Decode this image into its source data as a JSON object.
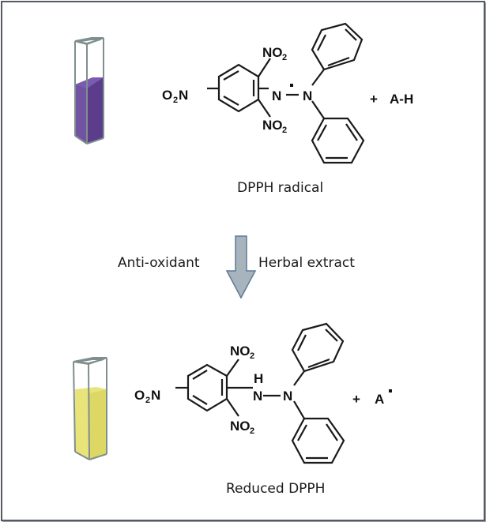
{
  "top": {
    "cuvette_color": "#6a4a9c",
    "label": "DPPH radical",
    "plus": "+",
    "reactant": "A-H",
    "atoms": {
      "nitro_top": "NO",
      "nitro_bottom": "NO",
      "nitro_left_o": "O",
      "nitro_left_n": "N",
      "sub2": "2",
      "n1": "N",
      "n2": "N"
    }
  },
  "arrow": {
    "left_label": "Anti-oxidant",
    "right_label": "Herbal extract",
    "color": "#a8b4bd"
  },
  "bottom": {
    "cuvette_color": "#e8e47a",
    "label": "Reduced DPPH",
    "plus": "+",
    "product": "A",
    "atoms": {
      "nitro_top": "NO",
      "nitro_bottom": "NO",
      "nitro_left_o": "O",
      "nitro_left_n": "N",
      "sub2": "2",
      "n1": "N",
      "n2": "N",
      "h": "H"
    }
  }
}
